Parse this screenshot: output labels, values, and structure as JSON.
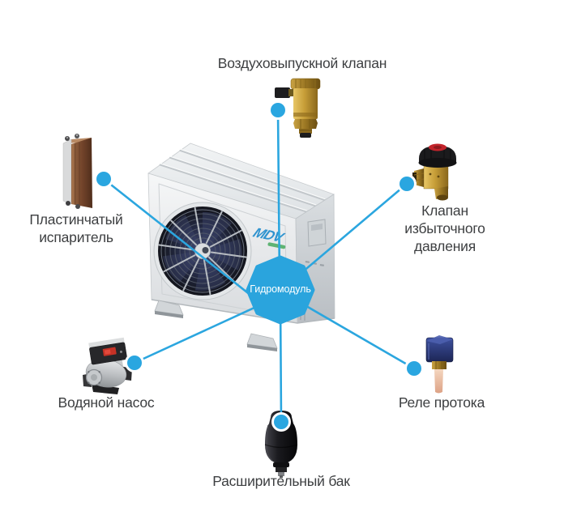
{
  "hub": {
    "label": "Гидромодуль"
  },
  "unit": {
    "logo": "MDV"
  },
  "components": [
    {
      "name": "air-vent-valve",
      "label": "Воздуховыпускной клапан"
    },
    {
      "name": "plate-evaporator",
      "label": "Пластинчатый\nиспаритель"
    },
    {
      "name": "pressure-relief-valve",
      "label": "Клапан\nизбыточного давления"
    },
    {
      "name": "water-pump",
      "label": "Водяной насос"
    },
    {
      "name": "flow-switch",
      "label": "Реле протока"
    },
    {
      "name": "expansion-tank",
      "label": "Расширительный бак"
    }
  ],
  "colors": {
    "accent_blue": "#2aa6e0",
    "hub_fill": "#2aa4dd",
    "label_text": "#3d3f41",
    "logo_blue": "#2f93cf",
    "background": "#ffffff"
  }
}
